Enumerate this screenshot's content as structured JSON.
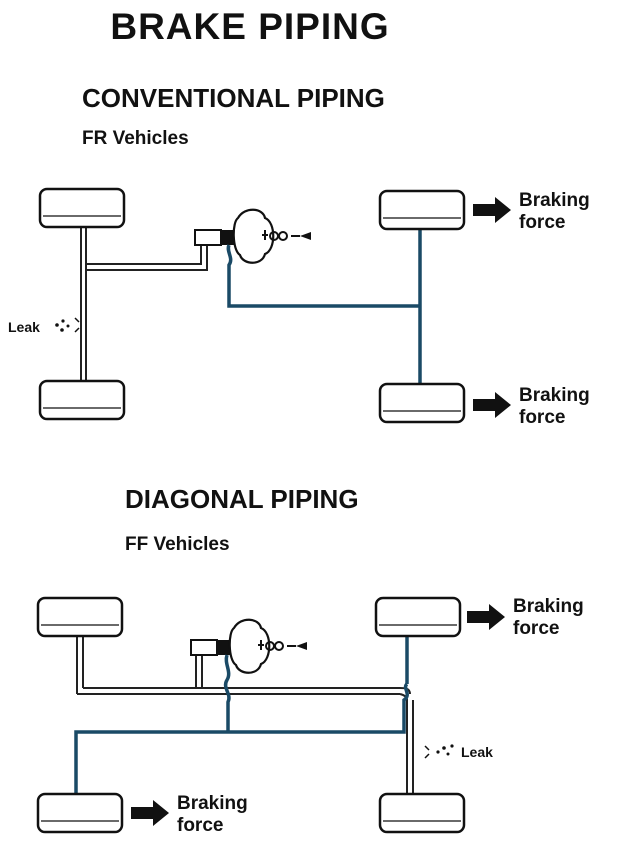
{
  "title": "BRAKE PIPING",
  "conventional": {
    "heading": "CONVENTIONAL PIPING",
    "subheading": "FR Vehicles",
    "force_top": {
      "line1": "Braking",
      "line2": "force"
    },
    "force_bottom": {
      "line1": "Braking",
      "line2": "force"
    },
    "leak_label": "Leak"
  },
  "diagonal": {
    "heading": "DIAGONAL PIPING",
    "subheading": "FF Vehicles",
    "force_front": {
      "line1": "Braking",
      "line2": "force"
    },
    "force_rear": {
      "line1": "Braking",
      "line2": "force"
    },
    "leak_label": "Leak"
  },
  "colors": {
    "pipe_failed": "#222222",
    "pipe_working": "#1a4a66",
    "arrow": "#111111"
  }
}
